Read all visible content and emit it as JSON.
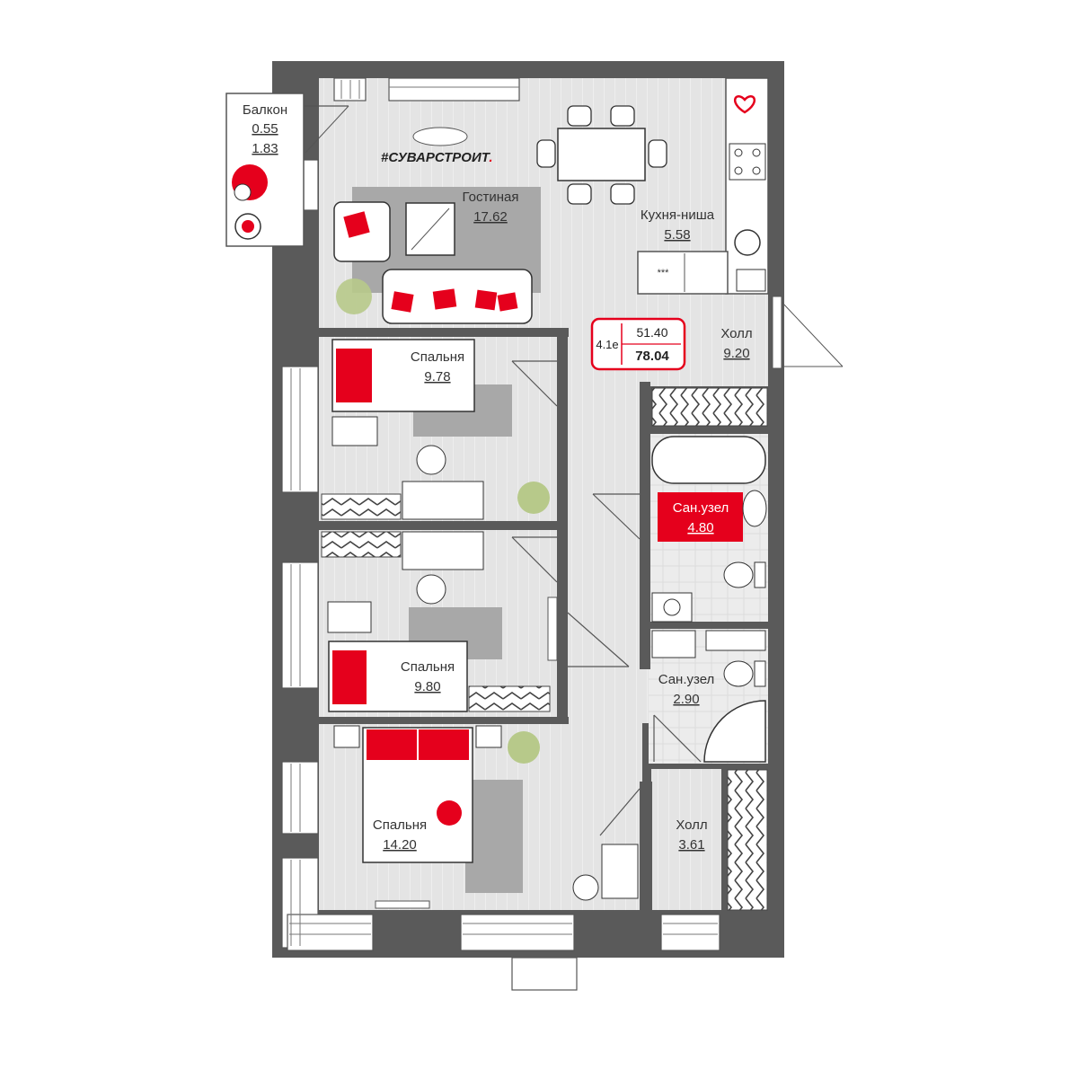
{
  "brand": {
    "text": "#СУВАРСТРОИТ",
    "dot": "."
  },
  "summary": {
    "code": "4.1e",
    "living_area": "51.40",
    "total_area": "78.04"
  },
  "rooms": {
    "balcony": {
      "name": "Балкон",
      "area": "0.55",
      "area2": "1.83"
    },
    "living": {
      "name": "Гостиная",
      "area": "17.62"
    },
    "kitchen": {
      "name": "Кухня-ниша",
      "area": "5.58"
    },
    "hall_main": {
      "name": "Холл",
      "area": "9.20"
    },
    "bedroom1": {
      "name": "Спальня",
      "area": "9.78"
    },
    "bedroom2": {
      "name": "Спальня",
      "area": "9.80"
    },
    "bedroom3": {
      "name": "Спальня",
      "area": "14.20"
    },
    "bath1": {
      "name": "Сан.узел",
      "area": "4.80"
    },
    "bath2": {
      "name": "Сан.узел",
      "area": "2.90"
    },
    "hall_small": {
      "name": "Холл",
      "area": "3.61"
    }
  },
  "appliance_label": "***",
  "icons": {
    "heart": "heart-icon",
    "coffee": "coffee-cup-icon"
  },
  "colors": {
    "accent": "#e5001c",
    "wall": "#5a5a5a",
    "floor": "#e6e6e6",
    "rug": "#a8a8a8",
    "plant": "#b7c98a"
  }
}
